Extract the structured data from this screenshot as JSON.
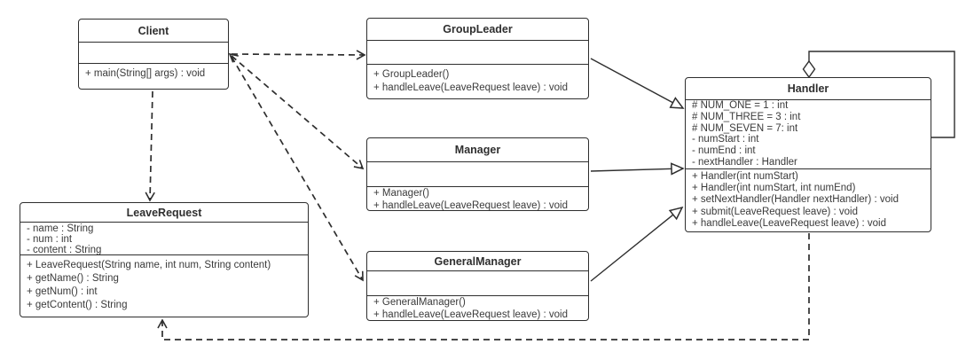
{
  "diagram": {
    "kind": "uml-class-diagram",
    "colors": {
      "line": "#2e2e2e",
      "text": "#3a3a3a",
      "box_fill": "#ffffff",
      "background": "#ffffff"
    },
    "classes": {
      "client": {
        "title": "Client",
        "attributes": [],
        "methods": [
          "+ main(String[] args) : void"
        ]
      },
      "groupLeader": {
        "title": "GroupLeader",
        "attributes": [],
        "methods": [
          "+ GroupLeader()",
          "+ handleLeave(LeaveRequest leave) : void"
        ]
      },
      "manager": {
        "title": "Manager",
        "attributes": [],
        "methods": [
          "+ Manager()",
          "+ handleLeave(LeaveRequest leave) : void"
        ]
      },
      "generalManager": {
        "title": "GeneralManager",
        "attributes": [],
        "methods": [
          "+ GeneralManager()",
          "+ handleLeave(LeaveRequest leave) : void"
        ]
      },
      "handler": {
        "title": "Handler",
        "attributes": [
          "# NUM_ONE = 1 :  int",
          "# NUM_THREE = 3 :  int",
          "# NUM_SEVEN = 7:  int",
          "- numStart :  int",
          "- numEnd :  int",
          "- nextHandler :  Handler"
        ],
        "methods": [
          "+ Handler(int numStart)",
          "+ Handler(int numStart, int numEnd)",
          "+ setNextHandler(Handler nextHandler) :  void",
          "+ submit(LeaveRequest leave) :  void",
          "+ handleLeave(LeaveRequest leave) :  void"
        ]
      },
      "leaveRequest": {
        "title": "LeaveRequest",
        "attributes": [
          "- name : String",
          "- num : int",
          "- content : String"
        ],
        "methods": [
          "+ LeaveRequest(String name, int num, String content)",
          "+ getName() : String",
          "+ getNum() : int",
          "+ getContent() : String"
        ]
      }
    },
    "relations": [
      {
        "type": "dependency-dashed",
        "from": "Client",
        "to": "GroupLeader"
      },
      {
        "type": "dependency-dashed",
        "from": "Client",
        "to": "Manager"
      },
      {
        "type": "dependency-dashed",
        "from": "Client",
        "to": "GeneralManager"
      },
      {
        "type": "dependency-dashed",
        "from": "Client",
        "to": "LeaveRequest"
      },
      {
        "type": "generalization",
        "from": "GroupLeader",
        "to": "Handler"
      },
      {
        "type": "generalization",
        "from": "Manager",
        "to": "Handler"
      },
      {
        "type": "generalization",
        "from": "GeneralManager",
        "to": "Handler"
      },
      {
        "type": "aggregation-self",
        "from": "Handler",
        "to": "Handler"
      },
      {
        "type": "dependency-dashed",
        "from": "Handler",
        "to": "LeaveRequest"
      }
    ]
  }
}
